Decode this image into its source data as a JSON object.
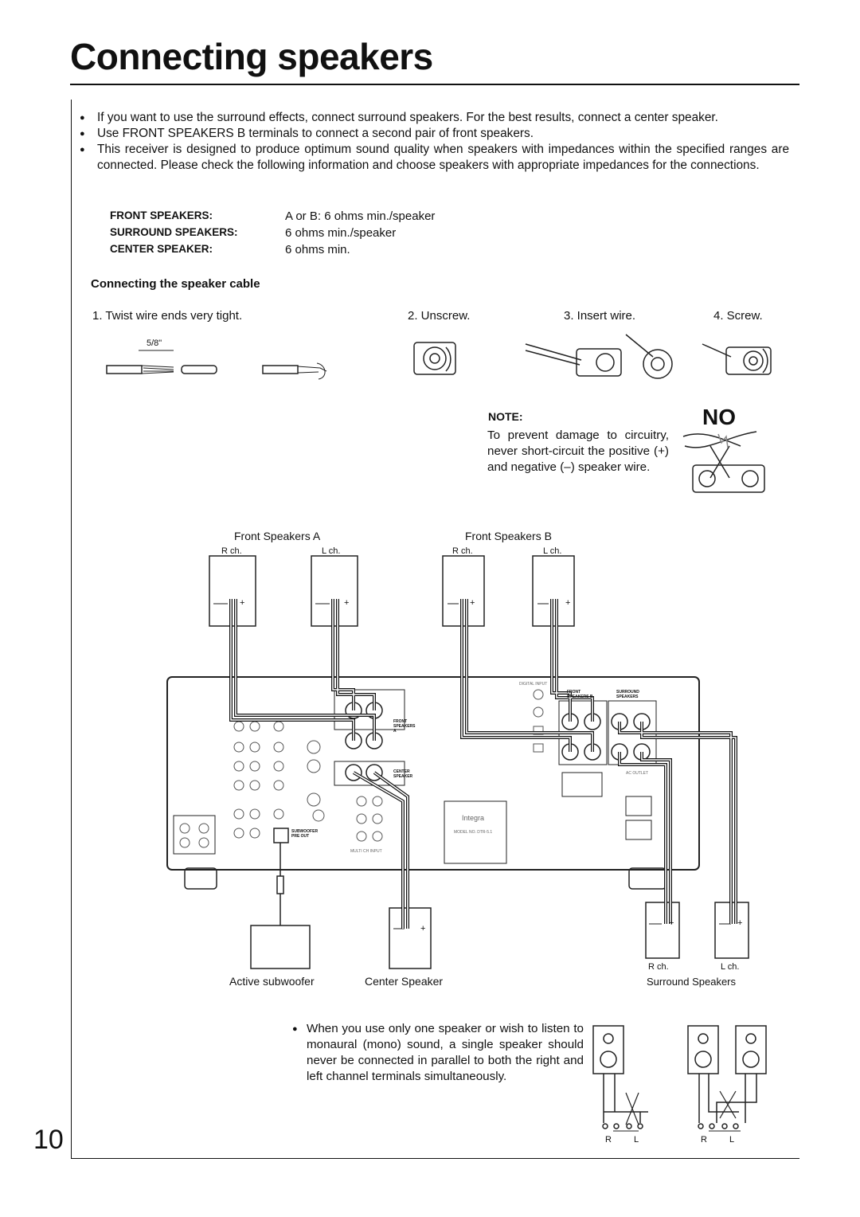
{
  "page": {
    "title": "Connecting speakers",
    "page_number": "10"
  },
  "bullets": [
    "If you want to use the surround effects, connect surround speakers. For the best results, connect a center speaker.",
    "Use FRONT SPEAKERS B terminals to connect a second pair of front speakers.",
    "This receiver is designed to produce optimum sound quality when speakers with impedances within the specified ranges are connected. Please check the following information and choose speakers with appropriate impedances for the connections."
  ],
  "specs": [
    {
      "key": "FRONT SPEAKERS:",
      "value": "A or B: 6 ohms min./speaker"
    },
    {
      "key": "SURROUND SPEAKERS:",
      "value": "6 ohms min./speaker"
    },
    {
      "key": "CENTER SPEAKER:",
      "value": "6 ohms min."
    }
  ],
  "cable": {
    "heading": "Connecting the speaker cable",
    "steps": [
      "1. Twist wire ends very tight.",
      "2. Unscrew.",
      "3. Insert wire.",
      "4. Screw."
    ],
    "length_label": "5/8\""
  },
  "note": {
    "heading": "NOTE:",
    "body": "To prevent damage to circuitry, never short-circuit the positive (+) and negative (–) speaker wire.",
    "no_label": "NO"
  },
  "diagram": {
    "front_a": "Front Speakers A",
    "front_b": "Front Speakers B",
    "r_ch": "R ch.",
    "l_ch": "L ch.",
    "subwoofer": "Active subwoofer",
    "center": "Center Speaker",
    "surround": "Surround Speakers",
    "plus": "+",
    "minus": "–",
    "terminals": {
      "front_a": "FRONT SPEAKERS A",
      "front_b": "FRONT SPEAKERS B",
      "surround": "SURROUND SPEAKERS",
      "center": "CENTER SPEAKER",
      "subwoofer": "SUBWOOFER PRE OUT",
      "multich": "MULTI CH INPUT",
      "brand": "Integra",
      "model": "MODEL NO. DTR-5.1",
      "ac_outlet": "AC OUTLET",
      "digital_input": "DIGITAL INPUT"
    }
  },
  "mono_note": "When you use only one speaker or wish to listen to monaural (mono) sound, a single speaker should never be connected in parallel to both the right and left channel terminals simultaneously.",
  "mono_labels": {
    "r": "R",
    "l": "L"
  }
}
